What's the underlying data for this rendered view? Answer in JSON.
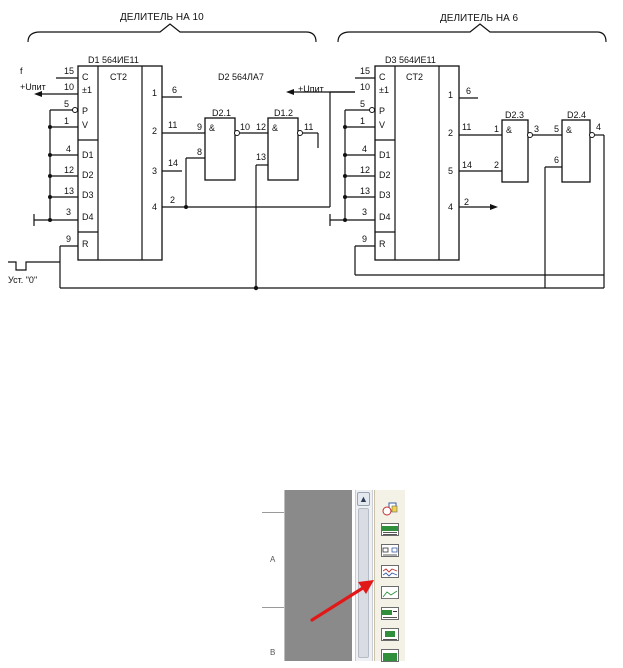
{
  "schematic": {
    "divider10_label": "ДЕЛИТЕЛЬ НА 10",
    "divider6_label": "ДЕЛИТЕЛЬ НА 6",
    "d1": {
      "title": "D1  564ИЕ11",
      "ct": "CT2",
      "inputs": [
        "C",
        "±1",
        "P",
        "V",
        "D1",
        "D2",
        "D3",
        "D4",
        "R"
      ],
      "pins_left": [
        "15",
        "10",
        "5",
        "1",
        "4",
        "12",
        "13",
        "3",
        "9"
      ],
      "pins_right": [
        "6",
        "11",
        "14",
        "2"
      ],
      "outputs": [
        "1",
        "2",
        "3",
        "4"
      ]
    },
    "d2": {
      "title": "D2 564ЛА7",
      "g1": "D2.1",
      "g2": "D1.2",
      "amp": "&",
      "g1_pins": [
        "9",
        "8",
        "10"
      ],
      "g2_pins": [
        "12",
        "13",
        "11"
      ]
    },
    "d3": {
      "title": "D3  564ИЕ11",
      "ct": "CT2",
      "inputs": [
        "C",
        "±1",
        "P",
        "V",
        "D1",
        "D2",
        "D3",
        "D4",
        "R"
      ],
      "pins_left": [
        "15",
        "10",
        "5",
        "1",
        "4",
        "12",
        "13",
        "3",
        "9"
      ],
      "pins_right": [
        "6",
        "11",
        "14",
        "2"
      ],
      "outputs": [
        "1",
        "2",
        "5",
        "4"
      ]
    },
    "d23": {
      "g1": "D2.3",
      "g2": "D2.4",
      "amp": "&",
      "g1_pins": [
        "1",
        "2",
        "3"
      ],
      "g2_pins": [
        "5",
        "6",
        "4"
      ]
    },
    "f_label": "f",
    "upit_left": "+Uпит",
    "upit_right": "+Uпит",
    "reset_label": "Уст. \"0\""
  },
  "app": {
    "ruler_letters": [
      "A",
      "B"
    ],
    "scroll_up_glyph": "▲"
  }
}
